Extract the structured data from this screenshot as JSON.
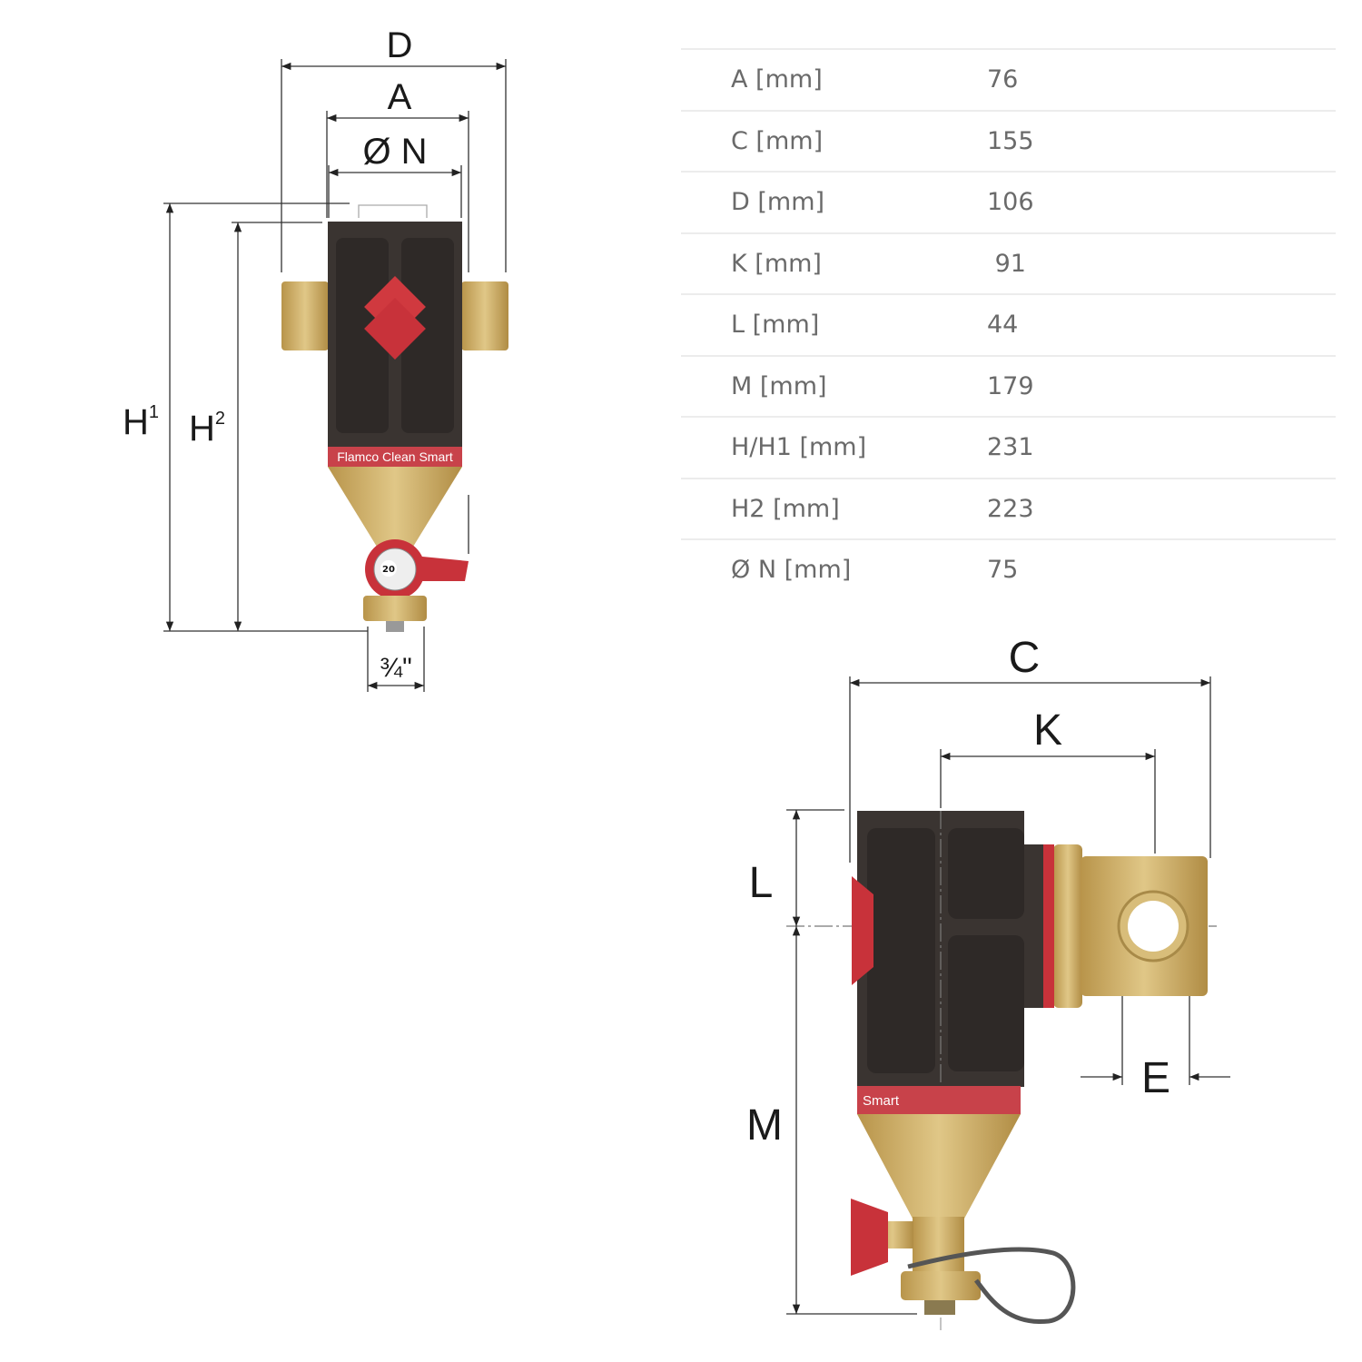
{
  "front_view": {
    "dimension_labels": {
      "D": "D",
      "A": "A",
      "N": "Ø N",
      "H1": "H",
      "H1_sup": "1",
      "H2": "H",
      "H2_sup": "2",
      "drain": "¾\""
    },
    "brand_band": "Flamco Clean Smart",
    "dial_value": "20"
  },
  "side_view": {
    "dimension_labels": {
      "C": "C",
      "K": "K",
      "L": "L",
      "M": "M",
      "E": "E"
    },
    "brand_band": "Smart"
  },
  "spec_table": {
    "rows": [
      {
        "label": "A [mm]",
        "value": "76"
      },
      {
        "label": "C [mm]",
        "value": "155"
      },
      {
        "label": "D [mm]",
        "value": "106"
      },
      {
        "label": "K [mm]",
        "value": " 91"
      },
      {
        "label": "L [mm]",
        "value": "44"
      },
      {
        "label": "M [mm]",
        "value": "179"
      },
      {
        "label": "H/H1 [mm]",
        "value": "231"
      },
      {
        "label": "H2 [mm]",
        "value": "223"
      },
      {
        "label": "Ø N [mm]",
        "value": "75"
      }
    ]
  },
  "colors": {
    "body": "#3a3431",
    "brass": "#c9a961",
    "red": "#c8323a"
  }
}
